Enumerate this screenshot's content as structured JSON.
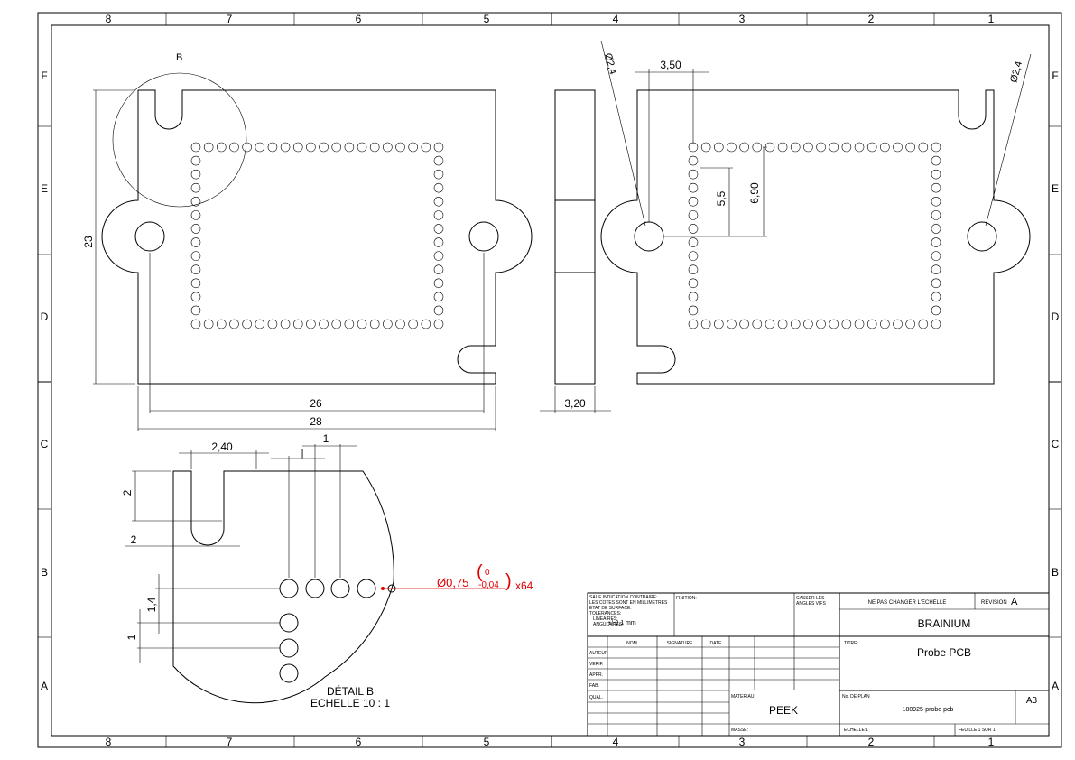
{
  "border": {
    "columns": [
      "8",
      "7",
      "6",
      "5",
      "4",
      "3",
      "2",
      "1"
    ],
    "rows": [
      "F",
      "E",
      "D",
      "C",
      "B",
      "A"
    ]
  },
  "front_view": {
    "detail_label": "B",
    "dim_height": "23",
    "dim_width_inner": "26",
    "dim_width_outer": "28",
    "dim_thickness": "3,20"
  },
  "rear_view": {
    "dim_hole_left": "Ø2,4",
    "dim_hole_right": "Ø2,4",
    "dim_offset_x": "3,50",
    "dim_offset_y1": "5,5",
    "dim_offset_y2": "6,90"
  },
  "detail": {
    "dim_slot_width": "2,40",
    "dim_pitch_top": "1",
    "dim_slot_depth": "2",
    "dim_slot_offset": "2",
    "dim_row_pitch1": "1,4",
    "dim_row_pitch2": "1",
    "hole_callout": "Ø0,75",
    "tol_upper": "0",
    "tol_lower": "-0,04",
    "qty": "x64",
    "caption_title": "DÉTAIL B",
    "caption_scale": "ECHELLE 10 : 1"
  },
  "title_block": {
    "notes": [
      "SAUF INDICATION CONTRAIRE:",
      "LES COTES SONT EN MILLIMETRES",
      "ETAT DE SURFACE:",
      "TOLERANCES:",
      "LINEAIRES:",
      "ANGULAIRES:"
    ],
    "tol_linear": "+/-0,1 mm",
    "finition": "FINITION:",
    "casser": [
      "CASSER LES",
      "ANGLES VIFS"
    ],
    "no_scale": "NE PAS CHANGER L'ECHELLE",
    "revision_label": "REVISION",
    "revision": "A",
    "company": "BRAINIUM",
    "title_label": "TITRE:",
    "title": "Probe PCB",
    "headers": [
      "NOM",
      "SIGNATURE",
      "DATE"
    ],
    "roles": [
      "AUTEUR",
      "VERIF.",
      "APPR.",
      "FAB.",
      "QUAL."
    ],
    "material_label": "MATERIAU:",
    "material": "PEEK",
    "plan_label": "No. DE PLAN",
    "plan_no": "180925-probe pcb",
    "format": "A3",
    "mass_label": "MASSE:",
    "scale_label": "ECHELLE:1",
    "sheet_label": "FEUILLE 1 SUR 1"
  }
}
